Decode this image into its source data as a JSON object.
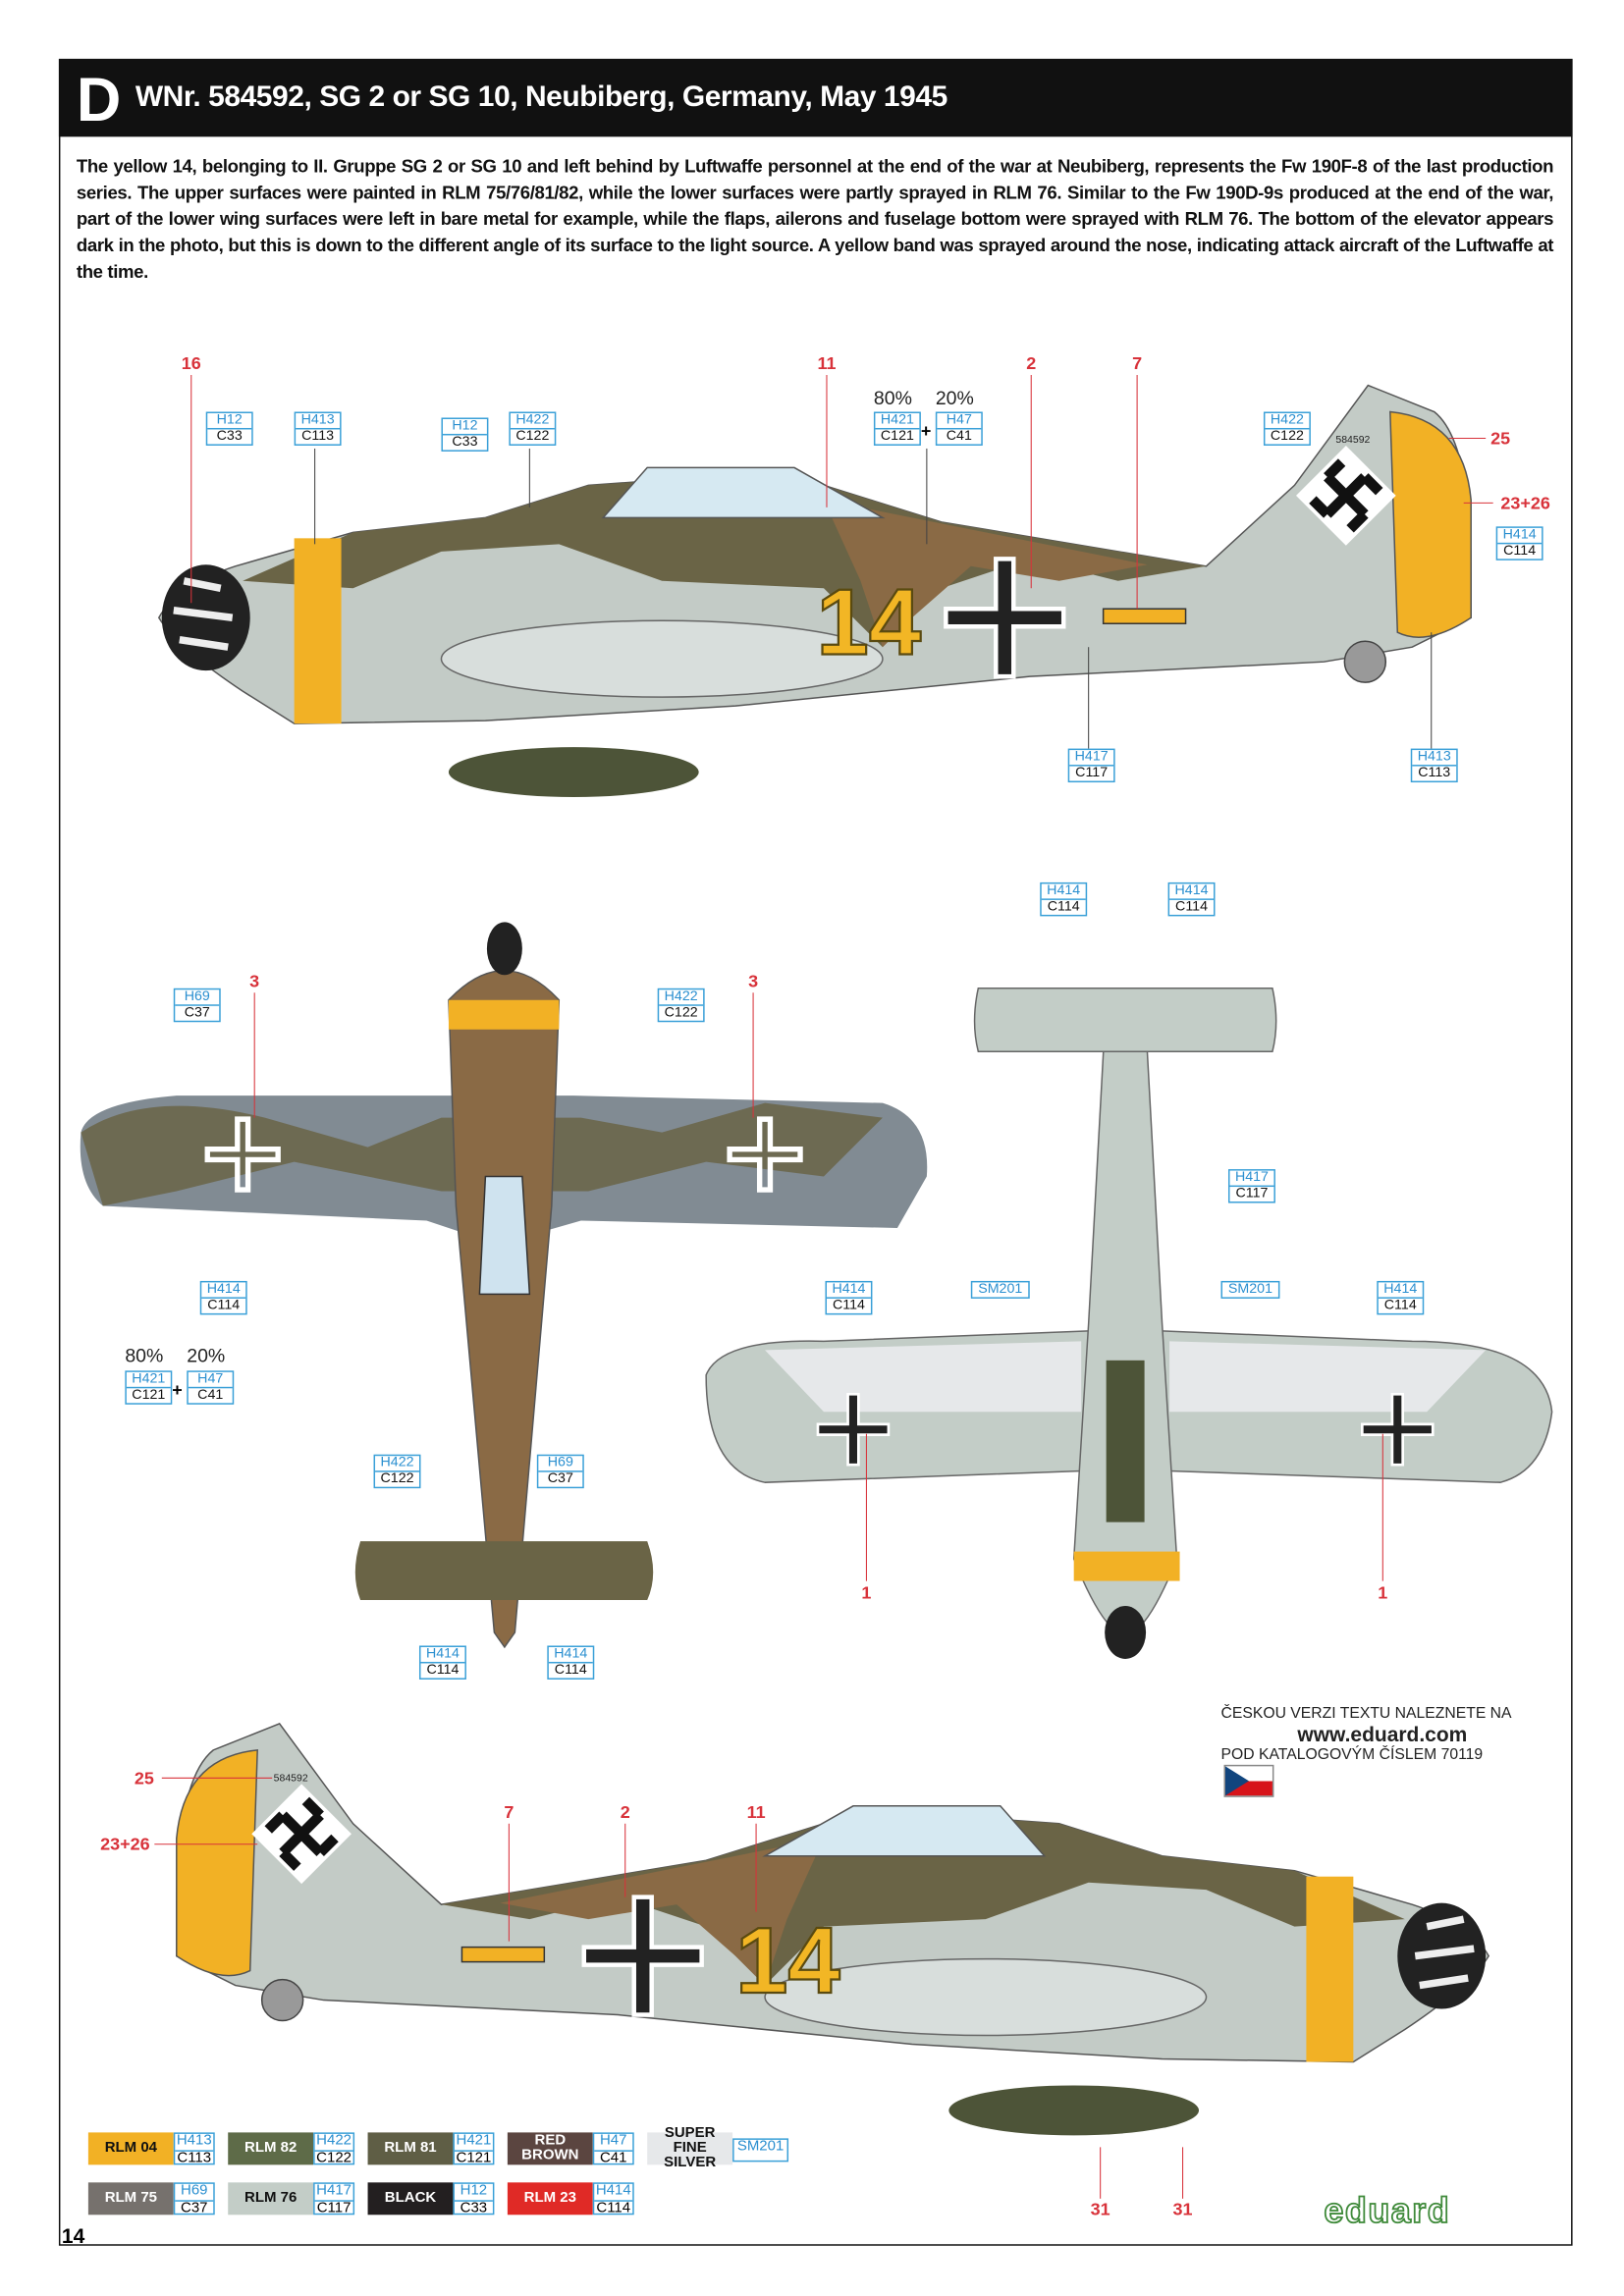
{
  "header": {
    "letter": "D",
    "title": "WNr. 584592, SG 2 or SG 10, Neubiberg, Germany, May 1945"
  },
  "description": "The yellow 14, belonging to II. Gruppe SG 2 or SG 10 and left behind by Luftwaffe personnel at the end of the war at Neubiberg, represents the Fw 190F-8 of the last production series. The upper surfaces were painted in RLM 75/76/81/82, while the lower surfaces were partly sprayed in RLM 76. Similar to the Fw 190D-9s produced at the end of the war, part of the lower wing surfaces were left in bare metal for example, while the flaps, ailerons and fuselage bottom were sprayed with RLM 76. The bottom of the elevator appears dark in the photo, but this is down to the different angle of its surface to the light source. A yellow band was sprayed around the nose, indicating attack aircraft of the Luftwaffe at the time.",
  "serial": "584592",
  "aircraft_number": "14",
  "mix": {
    "p1": "80%",
    "p2": "20%",
    "plus": "+"
  },
  "callouts": [
    {
      "h": "H12",
      "c": "C33"
    },
    {
      "h": "H413",
      "c": "C113"
    },
    {
      "h": "H12",
      "c": "C33"
    },
    {
      "h": "H422",
      "c": "C122"
    },
    {
      "h": "H421",
      "c": "C121"
    },
    {
      "h": "H47",
      "c": "C41"
    },
    {
      "h": "H422",
      "c": "C122"
    },
    {
      "h": "H414",
      "c": "C114"
    },
    {
      "h": "H417",
      "c": "C117"
    },
    {
      "h": "H413",
      "c": "C113"
    },
    {
      "h": "H69",
      "c": "C37"
    },
    {
      "h": "H422",
      "c": "C122"
    },
    {
      "h": "H414",
      "c": "C114"
    },
    {
      "h": "H421",
      "c": "C121"
    },
    {
      "h": "H47",
      "c": "C41"
    },
    {
      "h": "H422",
      "c": "C122"
    },
    {
      "h": "H69",
      "c": "C37"
    },
    {
      "h": "H414",
      "c": "C114"
    },
    {
      "h": "H414",
      "c": "C114"
    },
    {
      "h": "H414",
      "c": "C114"
    },
    {
      "h": "H414",
      "c": "C114"
    },
    {
      "h": "H417",
      "c": "C117"
    },
    {
      "h": "H414",
      "c": "C114"
    },
    {
      "h": "SM201"
    },
    {
      "h": "SM201"
    },
    {
      "h": "H414",
      "c": "C114"
    }
  ],
  "numbers": [
    "16",
    "11",
    "2",
    "7",
    "25",
    "23+26",
    "3",
    "3",
    "1",
    "1",
    "25",
    "23+26",
    "7",
    "2",
    "11",
    "31",
    "31"
  ],
  "czech": {
    "line1": "ČESKOU VERZI TEXTU NALEZNETE NA",
    "url": "www.eduard.com",
    "line2": "POD KATALOGOVÝM ČÍSLEM 70119"
  },
  "legend": [
    {
      "name": "RLM 04",
      "h": "H413",
      "c": "C113",
      "color": "#f2b125",
      "text": "#111"
    },
    {
      "name": "RLM 82",
      "h": "H422",
      "c": "C122",
      "color": "#5e6b48",
      "text": "#fff"
    },
    {
      "name": "RLM 81",
      "h": "H421",
      "c": "C121",
      "color": "#5f5e45",
      "text": "#fff"
    },
    {
      "name": "RED BROWN",
      "h": "H47",
      "c": "C41",
      "color": "#5b4540",
      "text": "#fff"
    },
    {
      "name": "SUPER FINE SILVER",
      "h": "SM201",
      "color": "#e6e8ea",
      "text": "#111"
    },
    {
      "name": "RLM 75",
      "h": "H69",
      "c": "C37",
      "color": "#76716d",
      "text": "#fff"
    },
    {
      "name": "RLM 76",
      "h": "H417",
      "c": "C117",
      "color": "#c3cdc7",
      "text": "#111"
    },
    {
      "name": "BLACK",
      "h": "H12",
      "c": "C33",
      "color": "#231f20",
      "text": "#fff"
    },
    {
      "name": "RLM 23",
      "h": "H414",
      "c": "C114",
      "color": "#e02a26",
      "text": "#fff"
    }
  ],
  "page_number": "14",
  "logo": "eduard"
}
